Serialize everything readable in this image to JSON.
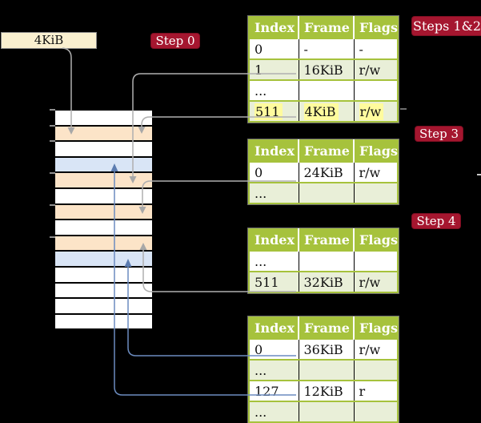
{
  "colors": {
    "background": "#000000",
    "badge_red": "#A5162F",
    "badge_border": "#7E0E22",
    "table_header_green": "#A6C23C",
    "table_row_green": "#E9EFD8",
    "highlight_yellow": "#FFFB9E",
    "frame_label_bg": "#FAF0D0",
    "page_table_page_peach": "#FCE4C8",
    "data_page_blue": "#D9E5F6",
    "free_page_white": "#FFFFFF",
    "gray_connector": "#AFAFAF",
    "blue_connector": "#6C8CC0"
  },
  "frame_label": {
    "text": "4KiB"
  },
  "badges": {
    "step0": {
      "label": "Step 0"
    },
    "steps12": {
      "label": "Steps 1&2"
    },
    "step3": {
      "label": "Step 3"
    },
    "step4": {
      "label": "Step 4"
    }
  },
  "page_tables": {
    "columns": [
      "Index",
      "Frame",
      "Flags"
    ],
    "tables": [
      {
        "name": "page-table-steps-1-2",
        "rows": [
          {
            "cells": [
              "0",
              "-",
              "-"
            ],
            "shaded": false,
            "highlighted": false
          },
          {
            "cells": [
              "1",
              "16KiB",
              "r/w"
            ],
            "shaded": true,
            "highlighted": false
          },
          {
            "cells": [
              "...",
              "",
              ""
            ],
            "shaded": false,
            "highlighted": false
          },
          {
            "cells": [
              "511",
              "4KiB",
              "r/w"
            ],
            "shaded": true,
            "highlighted": true
          }
        ]
      },
      {
        "name": "page-table-step-3",
        "rows": [
          {
            "cells": [
              "0",
              "24KiB",
              "r/w"
            ],
            "shaded": false,
            "highlighted": false
          },
          {
            "cells": [
              "...",
              "",
              ""
            ],
            "shaded": true,
            "highlighted": false
          }
        ]
      },
      {
        "name": "page-table-step-4",
        "rows": [
          {
            "cells": [
              "...",
              "",
              ""
            ],
            "shaded": false,
            "highlighted": false
          },
          {
            "cells": [
              "511",
              "32KiB",
              "r/w"
            ],
            "shaded": true,
            "highlighted": false
          }
        ]
      },
      {
        "name": "page-table-last-level",
        "rows": [
          {
            "cells": [
              "0",
              "36KiB",
              "r/w"
            ],
            "shaded": false,
            "highlighted": false
          },
          {
            "cells": [
              "...",
              "",
              ""
            ],
            "shaded": true,
            "highlighted": false
          },
          {
            "cells": [
              "127",
              "12KiB",
              "r"
            ],
            "shaded": false,
            "highlighted": false
          },
          {
            "cells": [
              "...",
              "",
              ""
            ],
            "shaded": true,
            "highlighted": false
          }
        ]
      }
    ]
  },
  "memory": {
    "rows": [
      {
        "kind": "unused"
      },
      {
        "kind": "page-table"
      },
      {
        "kind": "unused"
      },
      {
        "kind": "data"
      },
      {
        "kind": "page-table"
      },
      {
        "kind": "unused"
      },
      {
        "kind": "page-table"
      },
      {
        "kind": "unused"
      },
      {
        "kind": "page-table"
      },
      {
        "kind": "data"
      },
      {
        "kind": "unused"
      },
      {
        "kind": "unused"
      },
      {
        "kind": "unused"
      },
      {
        "kind": "unused"
      }
    ]
  }
}
